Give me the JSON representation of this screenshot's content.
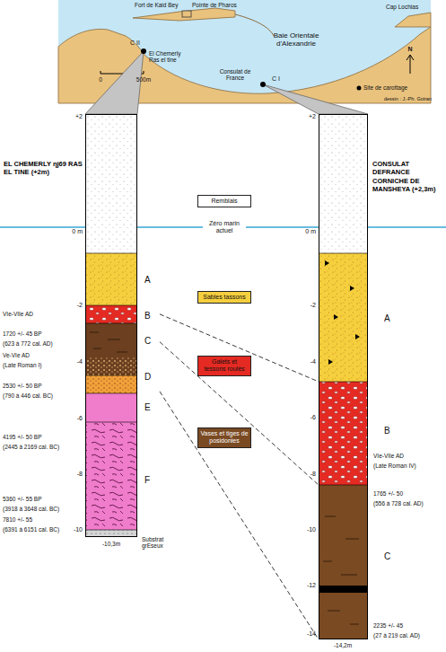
{
  "diagram": {
    "nodes": [
      {
        "text": [
          "EL CHEMERLY ηj69 RAS EL TINE (+2m)"
        ]
      },
      {
        "text": [
          "CONSULAT DEFRANCE CORNICHE DE MANSHEYA (+2,3m)"
        ]
      }
    ],
    "labels": [
      "Fort de Kaid Bey",
      "Pointe de Pharos",
      "Cap Lochias",
      "Baie Orientale d'Alexandrie",
      "C II",
      "El Chemerly Ras el tine",
      "0",
      "500m",
      "N",
      "Consulat de France",
      "C I",
      "Site de carottage",
      "dessin : J.-Ph. Goiran",
      "Zéro marin actuel",
      "+2",
      "0 m",
      "-2",
      "-4",
      "-6",
      "-8",
      "-10",
      "+2",
      "0 m",
      "-2",
      "-4",
      "-6",
      "-8",
      "-10",
      "-12",
      "-14",
      "A",
      "B",
      "C",
      "D",
      "E",
      "F",
      "A",
      "B",
      "C",
      "VIe-VIIe AD",
      "1720 +/- 45 BP",
      "(623 à 772 cal. AD)",
      "Ve-VIe AD",
      "(Late Roman I)",
      "2530 +/- 50 BP",
      "(790 à 446 cal. BC)",
      "4195 +/- 50 BP",
      "(2445 à 2169 cal. BC)",
      "5360 +/- 55 BP",
      "(3918 à 3648 cal. BC)",
      "7810 +/- 55",
      "(6391 à 6151 cal. BC)",
      "-10,3m",
      "Substrat grEseux",
      "VIe-VIIe AD",
      "(Late Roman IV)",
      "1765 +/- 50",
      "(556 à 728 cal. AD)",
      "2235 +/- 45",
      "(27 à 219 cal. AD)",
      "-14,2m"
    ],
    "legend": [
      {
        "text": "Remblais",
        "color": "#ffffff"
      },
      {
        "text": "Sables tassons",
        "color": "#f6cf3e"
      },
      {
        "text": "Galets et tessons roulés",
        "color": "#e42a22"
      },
      {
        "text": "Vases et tiges de posidonies",
        "color": "#7a4a22"
      }
    ]
  }
}
